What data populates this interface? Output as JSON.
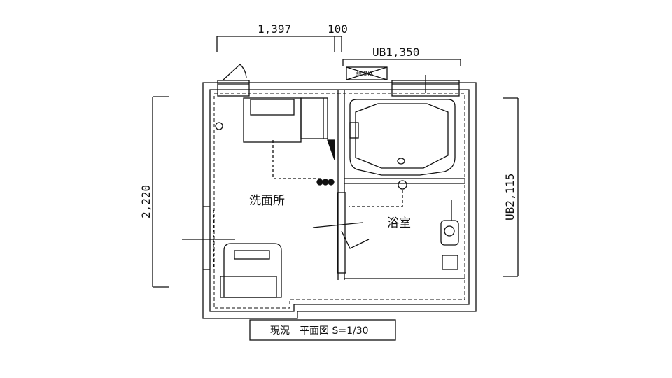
{
  "dimensions": {
    "top_left": "1,397",
    "top_gap": "100",
    "top_right": "UB1,350",
    "left": "2,220",
    "right": "UB2,115"
  },
  "rooms": {
    "washroom": "洗面所",
    "bathroom": "浴室"
  },
  "equipment": {
    "water_heater": "給湯器"
  },
  "title": "現況　平面図 S=1/30"
}
